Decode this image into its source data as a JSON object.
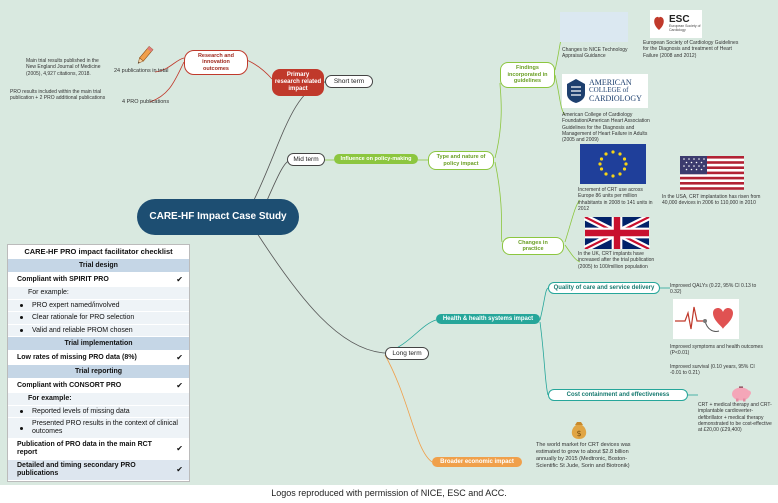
{
  "central": {
    "title": "CARE-HF Impact Case Study"
  },
  "branches": {
    "short_term": "Short term",
    "mid_term": "Mid term",
    "long_term": "Long term"
  },
  "short": {
    "primary": "Primary research related impact",
    "research_outcomes": "Research and innovation outcomes",
    "pubs_total": "24 publications in total",
    "pubs_pro": "4 PRO publications",
    "note_main": "Main trial results published in the New England Journal of Medicine (2005), 4,927 citations, 2018.",
    "note_pro": "PRO results included within the main trial publication + 2 PRO additional publications",
    "pencil_icon": "pencil-icon"
  },
  "mid": {
    "influence": "Influence on policy-making",
    "type_nature": "Type and nature of policy impact",
    "findings": "Findings incorporated in guidelines",
    "changes_practice": "Changes in practice",
    "nice_caption": "Changes to NICE Technology Appraisal Guidance",
    "esc_logo": "ESC",
    "esc_logo_sub": "European Society of Cardiology",
    "esc_caption": "European Society of Cardiology Guidelines for the Diagnosis and treatment of Heart Failure (2008 and 2012)",
    "acc_logo_line1": "AMERICAN",
    "acc_logo_line2": "COLLEGE of",
    "acc_logo_line3": "CARDIOLOGY",
    "acc_caption": "American College of Cardiology Foundation/American Heart Association Guidelines for the Diagnosis and Management of Heart Failure in Adults (2005 and 2009)",
    "eu_caption": "Increment of CRT use across Europe 86 units per million inhabitants in 2008 to 141 units in 2012",
    "us_caption": "In the USA, CRT implantation has risen from 40,000 devices in 2006 to 110,000 in 2010",
    "uk_caption": "In the UK, CRT implants have increased after the trial publication (2005) to 100/million population"
  },
  "long": {
    "health_systems": "Health & health systems impact",
    "quality": "Quality of care and service delivery",
    "cost": "Cost containment and effectiveness",
    "economic": "Broader economic impact",
    "qaly_note": "Improved QALYs (0.22, 95% CI 0.13 to 0.32)",
    "symptoms_note": "Improved symptoms and health outcomes (P<0.01)",
    "survival_note": "Improved survival (0.10 years, 95% CI -0.01 to 0.21)",
    "cost_note": "CRT + medical therapy and CRT-implantable cardioverter-defibrillator + medical therapy demonstrated to be cost-effective at £20,00 (£29,400)",
    "market_note": "The world market for CRT devices was estimated to grow to about $2.8 billion annually by 2015 (Medtronic, Boston-Scientific St Jude, Sorin and Biotronik)"
  },
  "checklist": {
    "title": "CARE-HF PRO impact facilitator checklist",
    "design_head": "Trial design",
    "spirit": "Compliant with SPIRIT PRO",
    "for_example": "For example:",
    "item_expert": "PRO expert named/involved",
    "item_rationale": "Clear rationale for PRO selection",
    "item_valid": "Valid and reliable PROM chosen",
    "impl_head": "Trial implementation",
    "low_missing": "Low rates of missing PRO data (8%)",
    "report_head": "Trial reporting",
    "consort": "Compliant with CONSORT PRO",
    "for_example2": "For example:",
    "item_reported": "Reported levels of missing data",
    "item_presented": "Presented PRO results in the context of clinical outcomes",
    "publication": "Publication of PRO data in the main RCT report",
    "detailed": "Detailed and timing secondary PRO publications",
    "check": "✔"
  },
  "caption": "Logos reproduced with permission of NICE, ESC and ACC.",
  "colors": {
    "background": "#d9e9e0",
    "central": "#1d4e72",
    "red": "#c0392b",
    "green": "#8cc63f",
    "teal": "#26a69a",
    "orange": "#f0a04b",
    "checklist_head": "#c5d6e6"
  }
}
